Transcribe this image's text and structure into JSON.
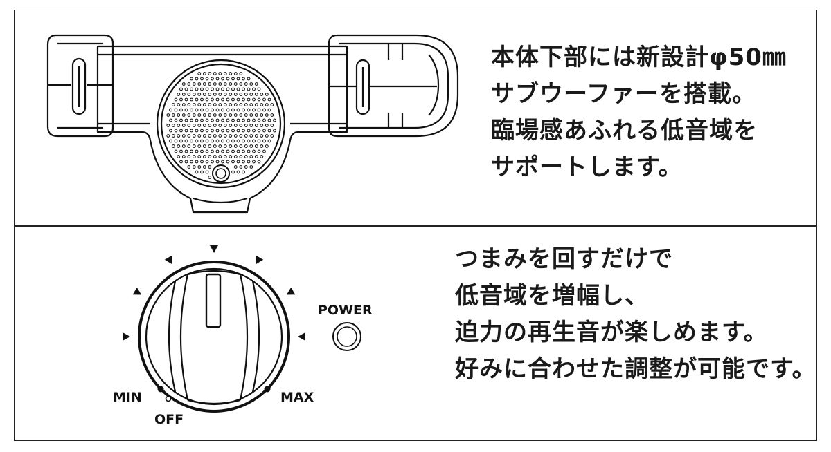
{
  "top_panel": {
    "lines": [
      "本体下部には新設計φ50㎜",
      "サブウーファーを搭載。",
      "臨場感あふれる低音域を",
      "サポートします。"
    ]
  },
  "bottom_panel": {
    "lines": [
      "つまみを回すだけで",
      "低音域を増幅し、",
      "迫力の再生音が楽しめます。",
      "好みに合わせた調整が可能です。"
    ],
    "knob": {
      "min_label": "MIN",
      "max_label": "MAX",
      "off_label": "OFF"
    },
    "power_label": "POWER"
  }
}
